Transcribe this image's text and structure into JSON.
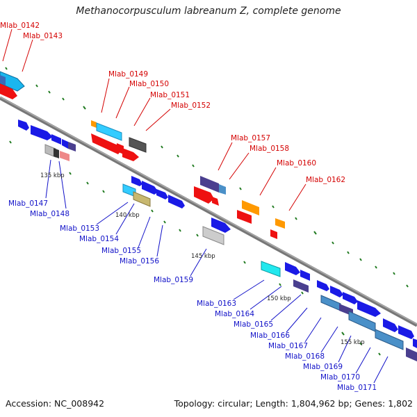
{
  "title": "Methanocorpusculum labreanum Z, complete genome",
  "footer": {
    "accession": "Accession: NC_008942",
    "summary": "Topology: circular; Length: 1,804,962 bp; Genes: 1,802"
  },
  "scale_labels": [
    "135 kbp",
    "140 kbp",
    "145 kbp",
    "150 kbp",
    "155 kbp"
  ],
  "genes_top": [
    "Mlab_0142",
    "Mlab_0143",
    "Mlab_0149",
    "Mlab_0150",
    "Mlab_0151",
    "Mlab_0152",
    "Mlab_0157",
    "Mlab_0158",
    "Mlab_0160",
    "Mlab_0162"
  ],
  "genes_bottom": [
    "Mlab_0147",
    "Mlab_0148",
    "Mlab_0153",
    "Mlab_0154",
    "Mlab_0155",
    "Mlab_0156",
    "Mlab_0159",
    "Mlab_0163",
    "Mlab_0164",
    "Mlab_0165",
    "Mlab_0166",
    "Mlab_0167",
    "Mlab_0168",
    "Mlab_0169",
    "Mlab_0170",
    "Mlab_0171"
  ],
  "colors": {
    "red": "#ee1111",
    "blue": "#1a1ae6",
    "cyan": "#33ccff",
    "orange": "#ff9900",
    "navy": "#4a3f8f",
    "gray": "#b0b0b0",
    "teal": "#4a90c8",
    "green": "#2a8a2a"
  }
}
